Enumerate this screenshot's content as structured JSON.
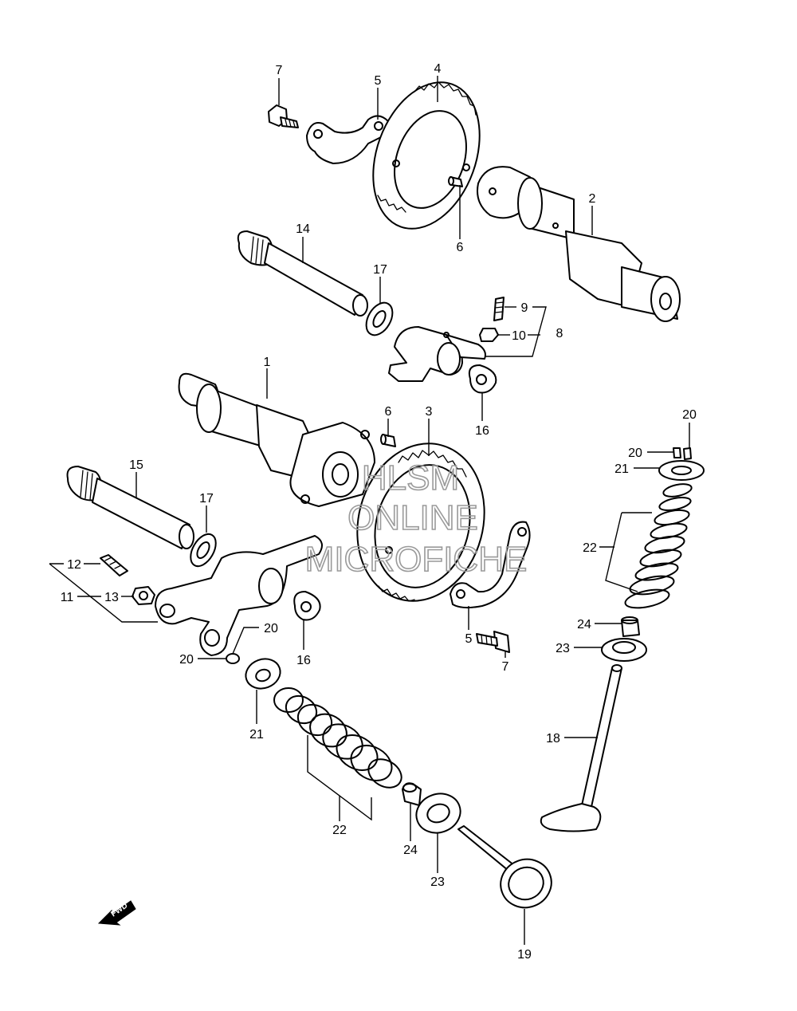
{
  "callouts": {
    "c1": "1",
    "c2": "2",
    "c3": "3",
    "c4": "4",
    "c5a": "5",
    "c5b": "5",
    "c6a": "6",
    "c6b": "6",
    "c7a": "7",
    "c7b": "7",
    "c8": "8",
    "c9": "9",
    "c10": "10",
    "c11": "11",
    "c12": "12",
    "c13": "13",
    "c14": "14",
    "c15": "15",
    "c16a": "16",
    "c16b": "16",
    "c17a": "17",
    "c17b": "17",
    "c18": "18",
    "c19": "19",
    "c20a": "20",
    "c20b": "20",
    "c20c": "20",
    "c20d": "20",
    "c21a": "21",
    "c21b": "21",
    "c22a": "22",
    "c22b": "22",
    "c23a": "23",
    "c23b": "23",
    "c24a": "24",
    "c24b": "24"
  },
  "watermark": {
    "line1": "HLSM",
    "line2": "ONLINE",
    "line3": "MICROFICHE"
  },
  "fwd_label": "FWD"
}
